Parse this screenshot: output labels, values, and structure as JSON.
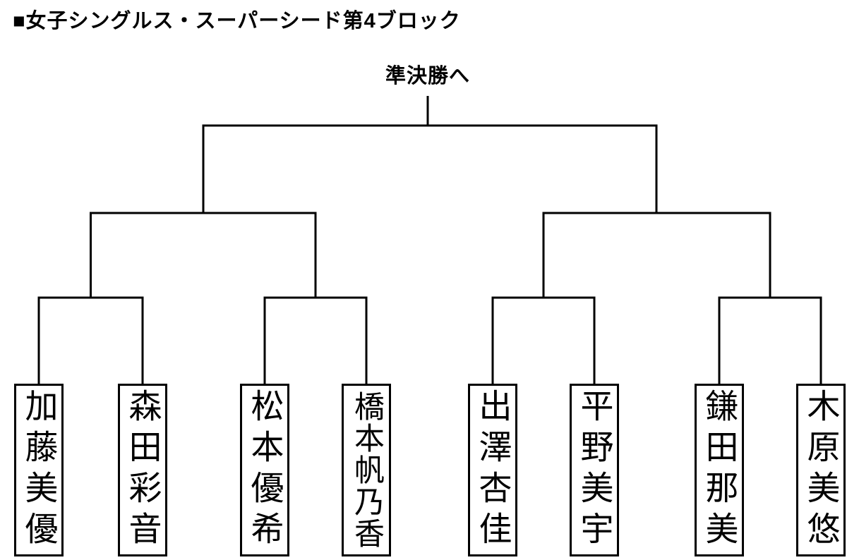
{
  "page": {
    "title": "■女子シングルス・スーパーシード第4ブロック",
    "advance_label": "準決勝へ"
  },
  "bracket": {
    "type": "single-elimination",
    "rounds_shown": 3,
    "winner_advances_to": "準決勝",
    "players": [
      "加藤美優",
      "森田彩音",
      "松本優希",
      "橋本帆乃香",
      "出澤杏佳",
      "平野美宇",
      "鎌田那美",
      "木原美悠"
    ],
    "first_round_pairs": [
      [
        "加藤美優",
        "森田彩音"
      ],
      [
        "松本優希",
        "橋本帆乃香"
      ],
      [
        "出澤杏佳",
        "平野美宇"
      ],
      [
        "鎌田那美",
        "木原美悠"
      ]
    ]
  },
  "colors": {
    "line": "#000000",
    "text": "#000000",
    "background": "#ffffff"
  }
}
